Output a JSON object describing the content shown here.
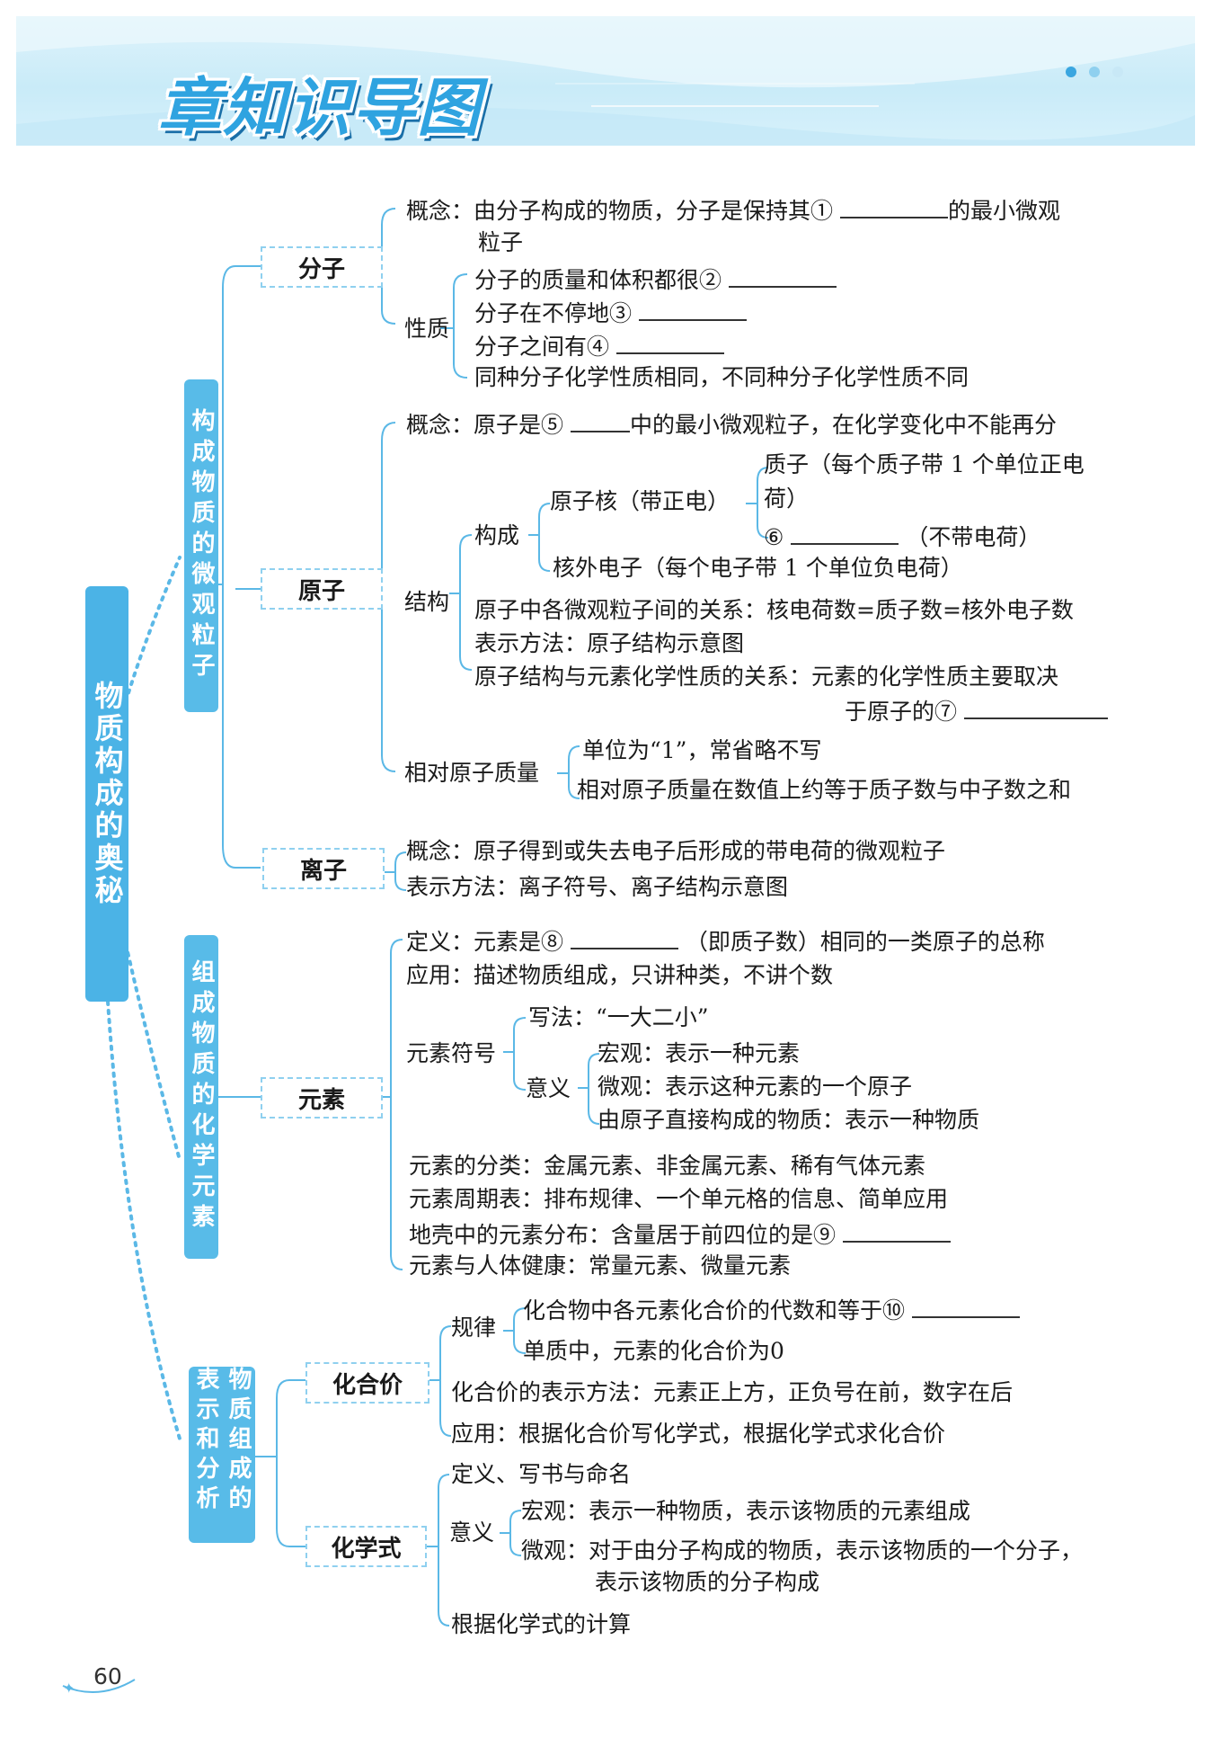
{
  "header": {
    "title": "章知识导图",
    "accent": "#2fa3e0",
    "dot_colors": [
      "#3aa6e0",
      "#8fd0ef",
      "#c8e8f6"
    ]
  },
  "root": "物质构成的奥秘",
  "categories": {
    "micro": "构成物质的微观粒子",
    "element": "组成物质的化学元素",
    "repr": "物质组成的表示和分析"
  },
  "nodes": {
    "molecule": {
      "label": "分子",
      "concept": "概念：由分子构成的物质，分子是保持其①",
      "concept_tail": "的最小微观",
      "concept_cont": "粒子",
      "props_label": "性质",
      "prop1": "分子的质量和体积都很②",
      "prop2": "分子在不停地③",
      "prop3": "分子之间有④",
      "prop4": "同种分子化学性质相同，不同种分子化学性质不同"
    },
    "atom": {
      "label": "原子",
      "concept": "概念：原子是⑤",
      "concept_tail": "中的最小微观粒子，在化学变化中不能再分",
      "structure_label": "结构",
      "composition_label": "构成",
      "nucleus": "原子核（带正电）",
      "proton": "质子（每个质子带 1 个单位正电",
      "proton_cont": "荷）",
      "neutron_num": "⑥",
      "neutron_tail": "（不带电荷）",
      "electron": "核外电子（每个电子带 1 个单位负电荷）",
      "relation": "原子中各微观粒子间的关系：核电荷数=质子数=核外电子数",
      "method": "表示方法：原子结构示意图",
      "chem_relation": "原子结构与元素化学性质的关系：元素的化学性质主要取决",
      "chem_relation_cont": "于原子的⑦",
      "mass_label": "相对原子质量",
      "mass1": "单位为“1”，常省略不写",
      "mass2": "相对原子质量在数值上约等于质子数与中子数之和"
    },
    "ion": {
      "label": "离子",
      "concept": "概念：原子得到或失去电子后形成的带电荷的微观粒子",
      "method": "表示方法：离子符号、离子结构示意图"
    },
    "element": {
      "label": "元素",
      "def": "定义：元素是⑧",
      "def_tail": "（即质子数）相同的一类原子的总称",
      "app": "应用：描述物质组成，只讲种类，不讲个数",
      "symbol_label": "元素符号",
      "writing": "写法：“一大二小”",
      "meaning_label": "意义",
      "macro": "宏观：表示一种元素",
      "micro": "微观：表示这种元素的一个原子",
      "direct": "由原子直接构成的物质：表示一种物质",
      "classify": "元素的分类：金属元素、非金属元素、稀有气体元素",
      "table": "元素周期表：排布规律、一个单元格的信息、简单应用",
      "crust": "地壳中的元素分布：含量居于前四位的是⑨",
      "health": "元素与人体健康：常量元素、微量元素"
    },
    "valence": {
      "label": "化合价",
      "rule_label": "规律",
      "rule1": "化合物中各元素化合价的代数和等于⑩",
      "rule2": "单质中，元素的化合价为0",
      "method": "化合价的表示方法：元素正上方，正负号在前，数字在后",
      "app": "应用：根据化合价写化学式，根据化学式求化合价"
    },
    "formula": {
      "label": "化学式",
      "def": "定义、写书与命名",
      "meaning_label": "意义",
      "macro": "宏观：表示一种物质，表示该物质的元素组成",
      "micro": "微观：对于由分子构成的物质，表示该物质的一个分子，",
      "micro_cont": "表示该物质的分子构成",
      "calc": "根据化学式的计算"
    }
  },
  "page_number": "60"
}
